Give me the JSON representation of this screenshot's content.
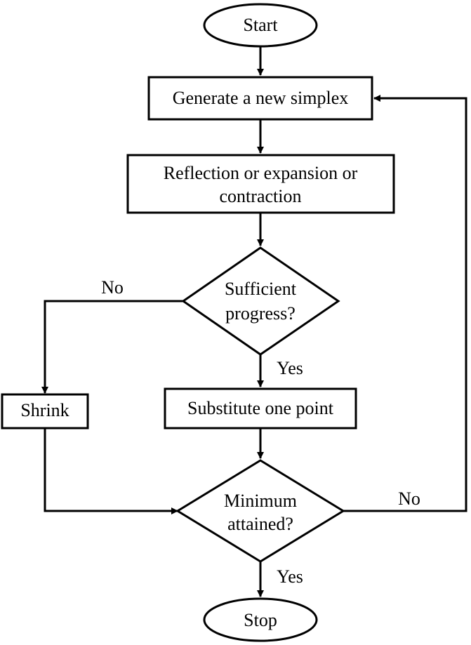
{
  "nodes": {
    "start": "Start",
    "generate": "Generate a new simplex",
    "reflect_line1": "Reflection or expansion or",
    "reflect_line2": "contraction",
    "progress_line1": "Sufficient",
    "progress_line2": "progress?",
    "shrink": "Shrink",
    "substitute": "Substitute one point",
    "minimum_line1": "Minimum",
    "minimum_line2": "attained?",
    "stop": "Stop"
  },
  "edges": {
    "progress_no": "No",
    "progress_yes": "Yes",
    "minimum_no": "No",
    "minimum_yes": "Yes"
  }
}
